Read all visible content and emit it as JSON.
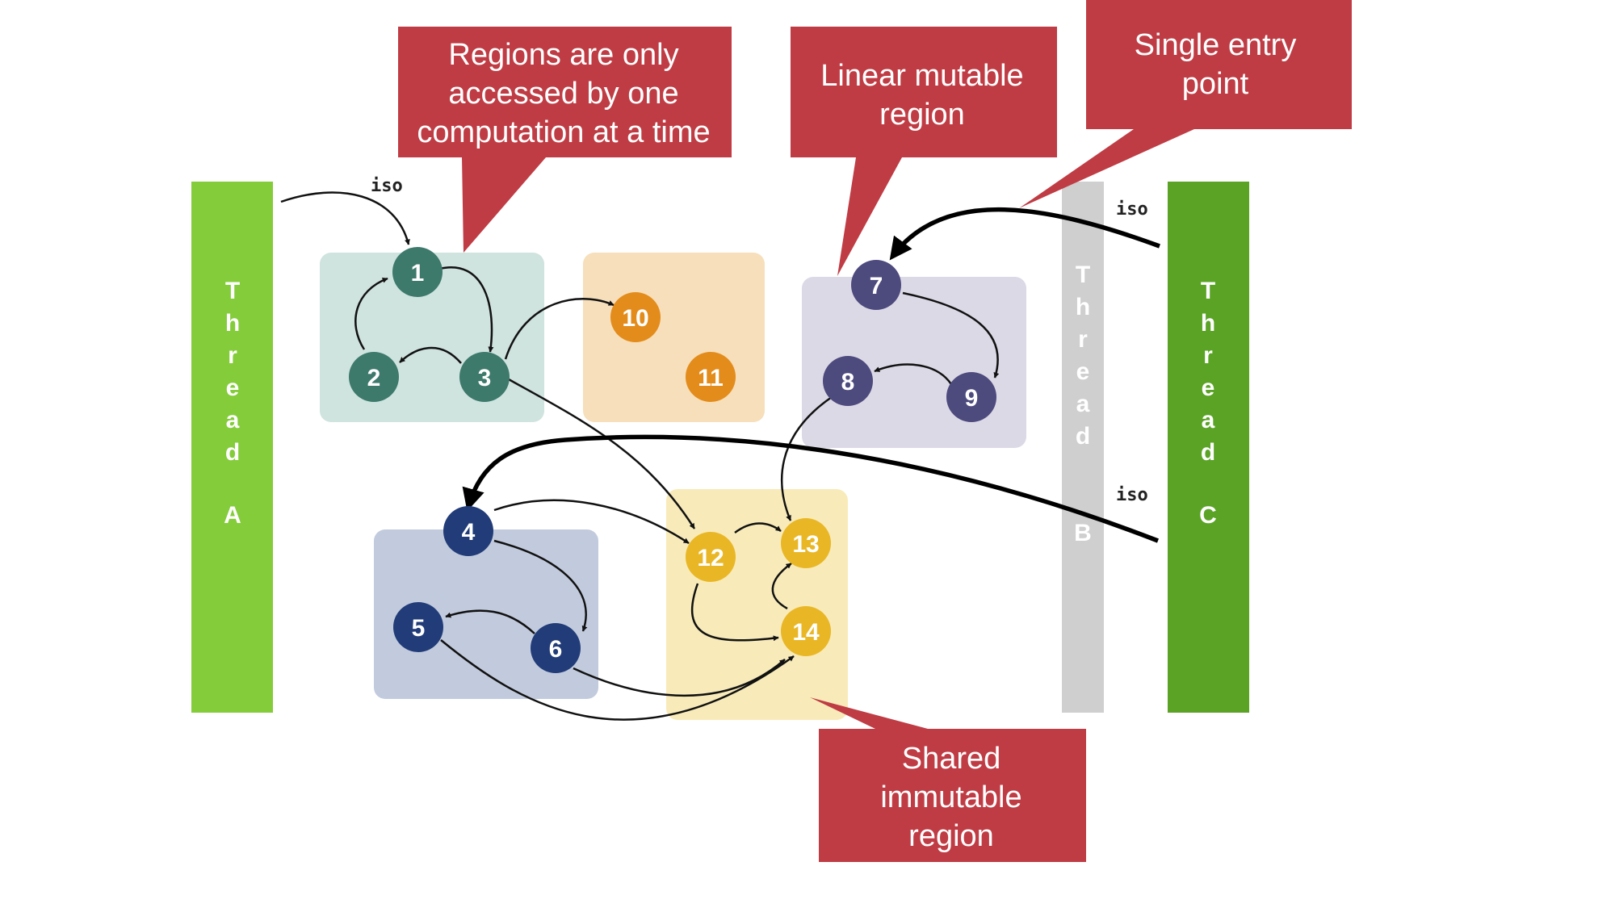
{
  "threads": [
    {
      "id": "A",
      "label": "Thread A",
      "color": "#84cc3a"
    },
    {
      "id": "B",
      "label": "Thread B",
      "color": "#cfcfcf"
    },
    {
      "id": "C",
      "label": "Thread C",
      "color": "#5aa325"
    }
  ],
  "regions": [
    {
      "id": "teal",
      "color": "#cfe3df",
      "nodes": [
        "1",
        "2",
        "3"
      ]
    },
    {
      "id": "orange",
      "color": "#f6dfba",
      "nodes": [
        "10",
        "11"
      ]
    },
    {
      "id": "purple",
      "color": "#dcd9e6",
      "nodes": [
        "7",
        "8",
        "9"
      ]
    },
    {
      "id": "navy",
      "color": "#c2cbdd",
      "nodes": [
        "4",
        "5",
        "6"
      ]
    },
    {
      "id": "yellow",
      "color": "#f8ebb9",
      "nodes": [
        "12",
        "13",
        "14"
      ]
    }
  ],
  "node_colors": {
    "teal": "#3d7a6c",
    "orange": "#e38c1b",
    "purple": "#4d4a7e",
    "navy": "#213c78",
    "yellow": "#e9b725"
  },
  "nodes": [
    "1",
    "2",
    "3",
    "4",
    "5",
    "6",
    "7",
    "8",
    "9",
    "10",
    "11",
    "12",
    "13",
    "14"
  ],
  "edge_labels": {
    "iso_a": "iso",
    "iso_c_top": "iso",
    "iso_c_bottom": "iso"
  },
  "callouts": {
    "color": "#bf3c44",
    "regions_access": [
      "Regions are only",
      "accessed by one",
      "computation at a time"
    ],
    "linear_mutable": [
      "Linear mutable",
      "region"
    ],
    "single_entry": [
      "Single entry",
      "point"
    ],
    "shared_immutable": [
      "Shared",
      "immutable",
      "region"
    ]
  }
}
